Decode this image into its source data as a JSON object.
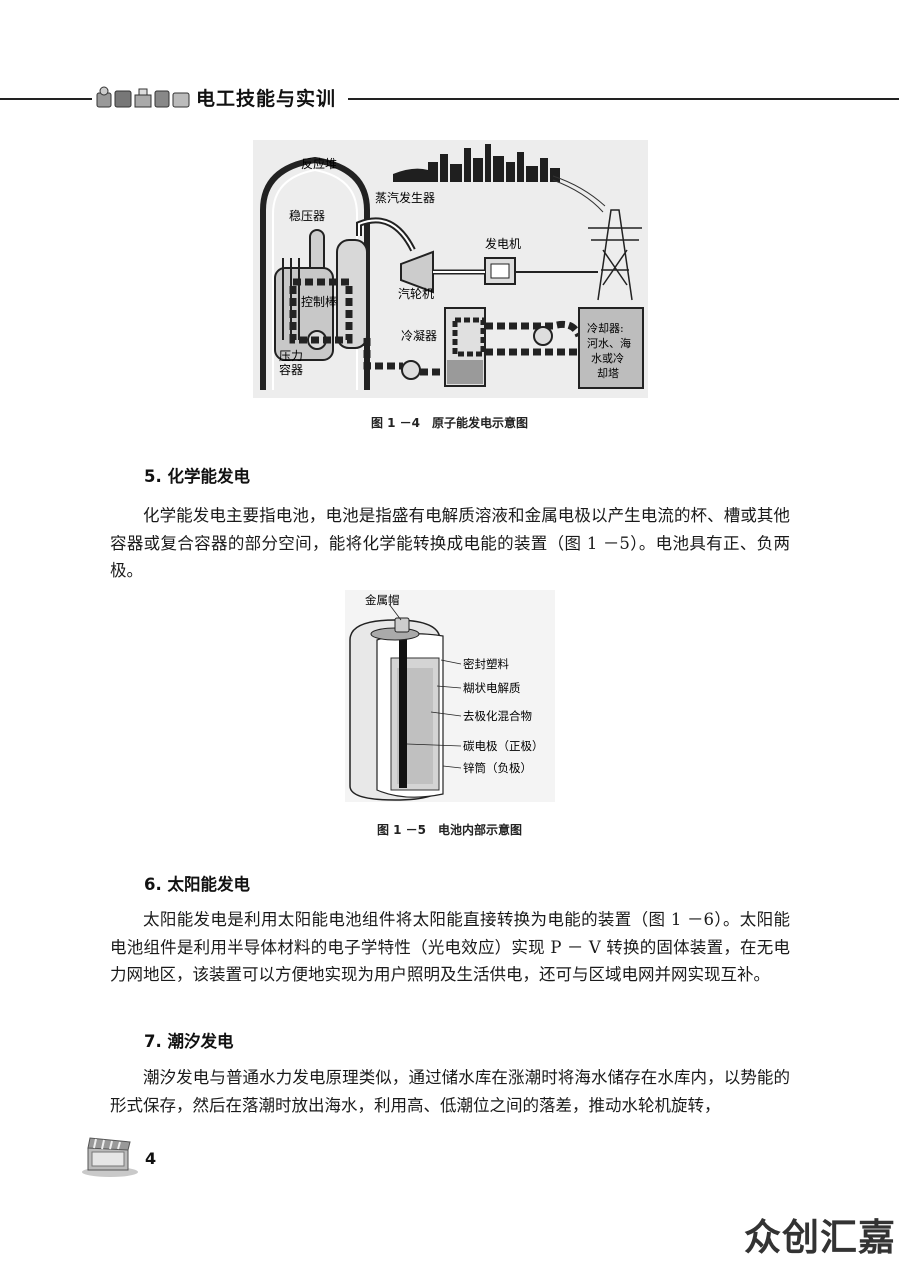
{
  "header": {
    "title": "电工技能与实训"
  },
  "figure_1_4": {
    "caption": "图 1 －4　原子能发电示意图",
    "labels": {
      "reactor": "反应堆",
      "steam_generator": "蒸汽发生器",
      "pressurizer": "稳压器",
      "generator": "发电机",
      "turbine": "汽轮机",
      "control_rod": "控制棒",
      "condenser": "冷凝器",
      "pressure_vessel_1": "压力",
      "pressure_vessel_2": "容器",
      "cooler_1": "冷却器:",
      "cooler_2": "河水、海",
      "cooler_3": "水或冷",
      "cooler_4": "却塔"
    }
  },
  "section5": {
    "heading": "5. 化学能发电",
    "paragraph": "化学能发电主要指电池，电池是指盛有电解质溶液和金属电极以产生电流的杯、槽或其他容器或复合容器的部分空间，能将化学能转换成电能的装置（图 1 －5）。电池具有正、负两极。"
  },
  "figure_1_5": {
    "caption": "图 1 －5　电池内部示意图",
    "labels": {
      "metal_cap": "金属帽",
      "sealing_plastic": "密封塑料",
      "paste_electrolyte": "糊状电解质",
      "depolarizer": "去极化混合物",
      "carbon_electrode": "碳电极（正极）",
      "zinc_can": "锌筒（负极）"
    }
  },
  "section6": {
    "heading": "6. 太阳能发电",
    "paragraph": "太阳能发电是利用太阳能电池组件将太阳能直接转换为电能的装置（图 1 －6）。太阳能电池组件是利用半导体材料的电子学特性（光电效应）实现 P － V 转换的固体装置，在无电力网地区，该装置可以方便地实现为用户照明及生活供电，还可与区域电网并网实现互补。"
  },
  "section7": {
    "heading": "7. 潮汐发电",
    "paragraph": "潮汐发电与普通水力发电原理类似，通过储水库在涨潮时将海水储存在水库内，以势能的形式保存，然后在落潮时放出海水，利用高、低潮位之间的落差，推动水轮机旋转，"
  },
  "footer": {
    "page_number": "4",
    "watermark": "众创汇嘉"
  }
}
